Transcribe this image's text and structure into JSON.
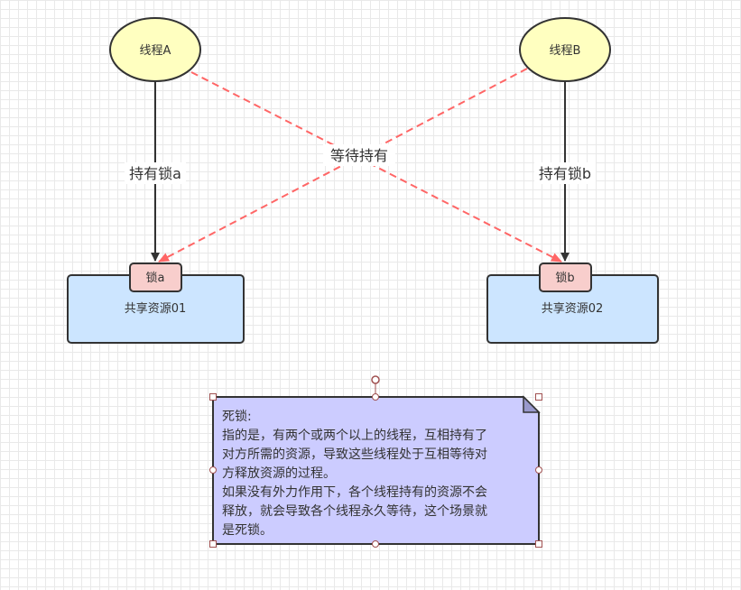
{
  "threads": {
    "a": "线程A",
    "b": "线程B"
  },
  "edges": {
    "hold_a": "持有锁a",
    "hold_b": "持有锁b",
    "waiting": "等待持有"
  },
  "resources": {
    "one": "共享资源01",
    "two": "共享资源02"
  },
  "locks": {
    "a": "锁a",
    "b": "锁b"
  },
  "note": {
    "lines": [
      "死锁:",
      "指的是，有两个或两个以上的线程，互相持有了",
      "对方所需的资源，导致这些线程处于互相等待对",
      "方释放资源的过程。",
      "如果没有外力作用下，各个线程持有的资源不会",
      "释放，就会导致各个线程永久等待，这个场景就",
      "是死锁。"
    ]
  },
  "colors": {
    "thread_fill": "#ffffc0",
    "resource_fill": "#cce5ff",
    "lock_fill": "#f8cecc",
    "note_fill": "#ccccff",
    "dashed_arrow": "#ff6666",
    "stroke": "#333333"
  }
}
